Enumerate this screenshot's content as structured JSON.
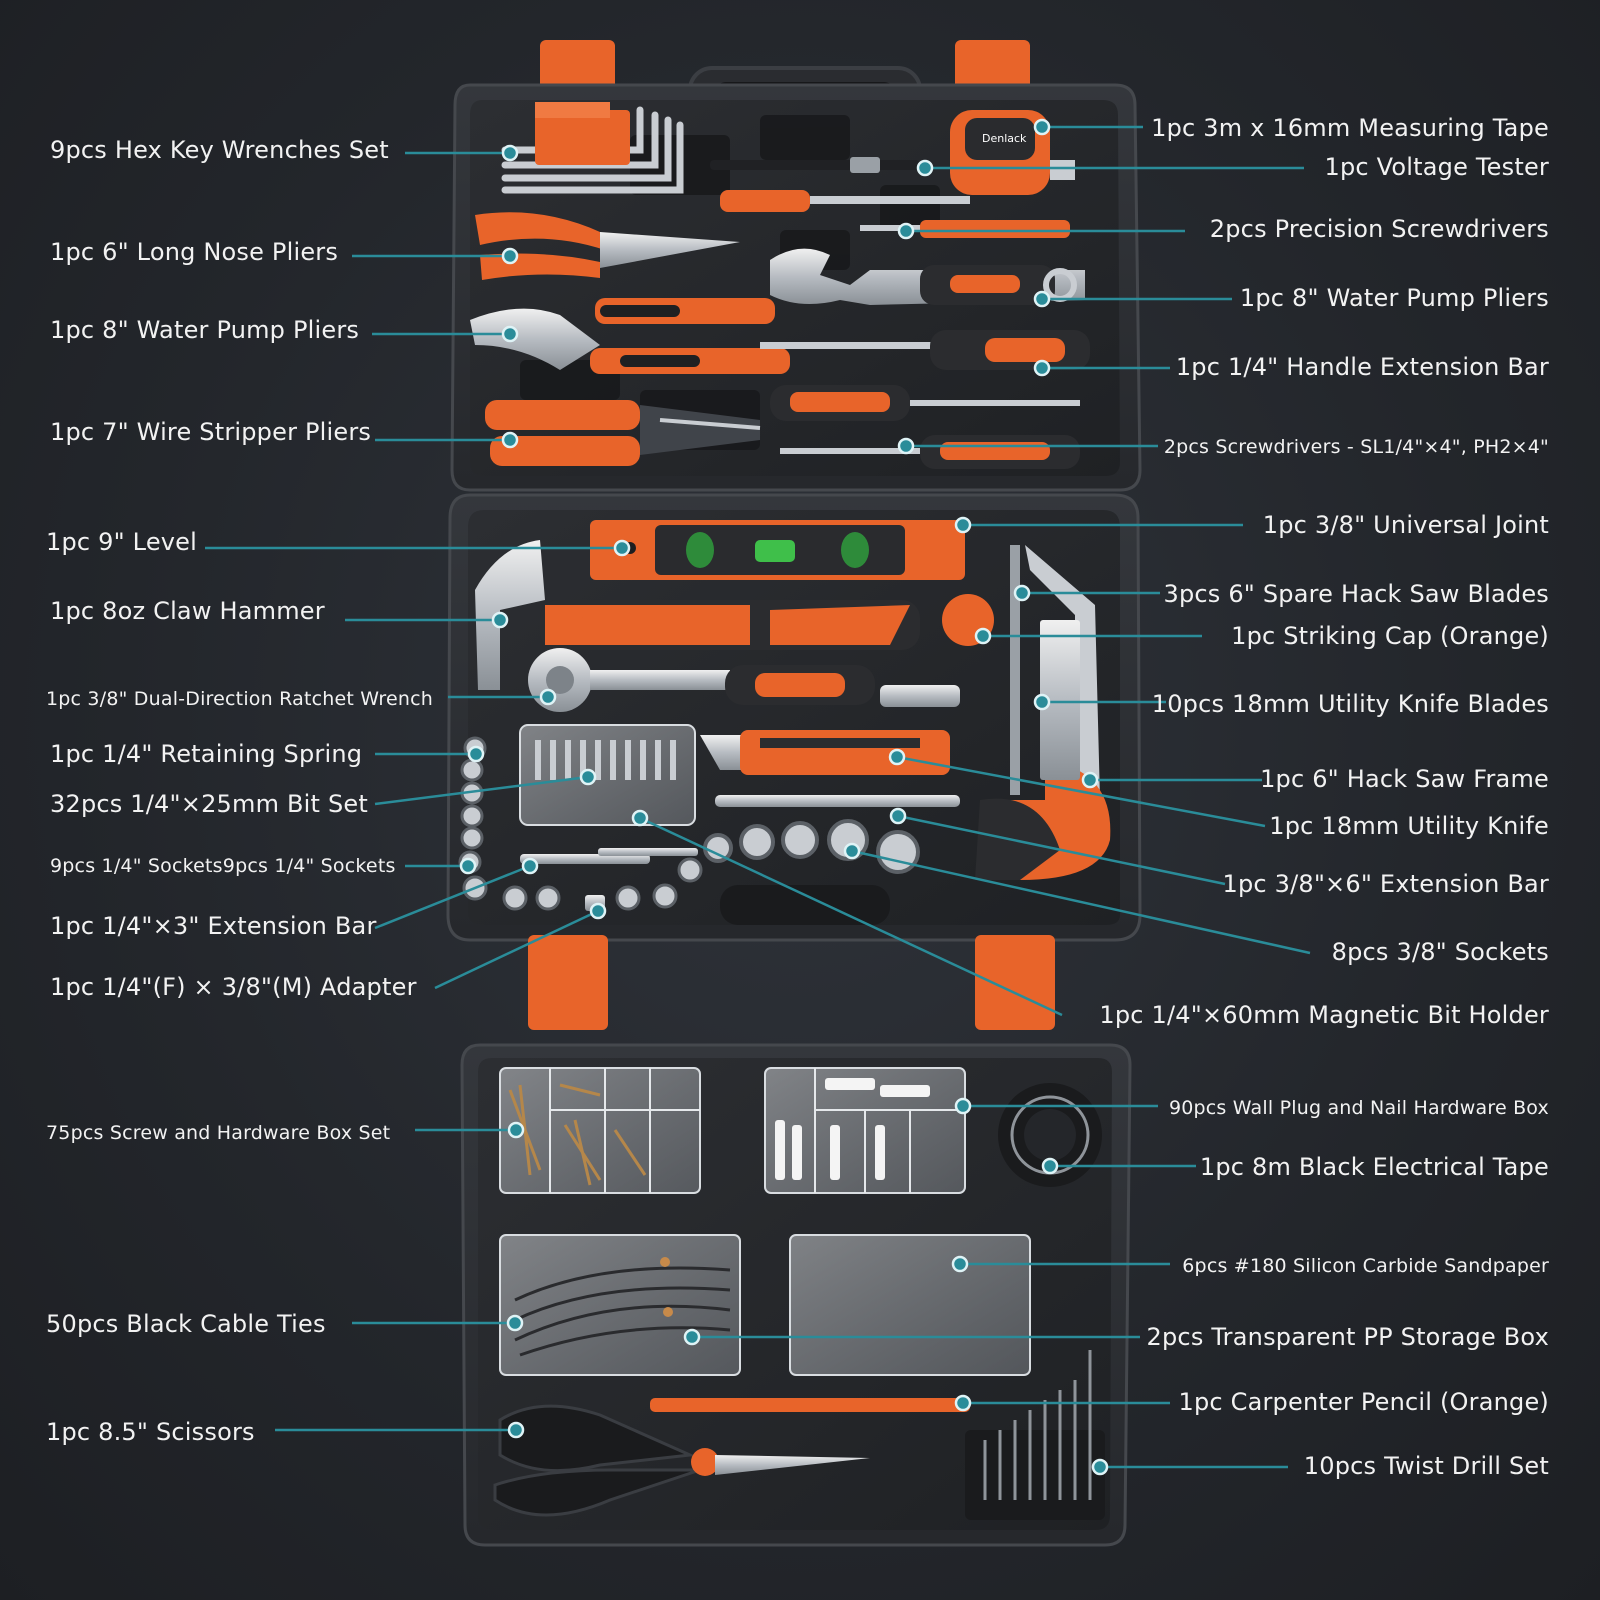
{
  "colors": {
    "background": "#25282d",
    "case": "#2b2d31",
    "case_edge": "#3a3d42",
    "accent_orange": "#e8642a",
    "leader_teal": "#2a8c99",
    "label_text": "#f2f2f2"
  },
  "labels_left": [
    {
      "text": "9pcs Hex Key Wrenches Set"
    },
    {
      "text": "1pc 6\" Long Nose Pliers"
    },
    {
      "text": "1pc 8\" Water Pump Pliers"
    },
    {
      "text": "1pc 7\" Wire Stripper Pliers"
    },
    {
      "text": "1pc 9\" Level"
    },
    {
      "text": "1pc 8oz Claw Hammer"
    },
    {
      "text": "1pc 3/8\" Dual-Direction Ratchet Wrench"
    },
    {
      "text": "1pc 1/4\" Retaining Spring"
    },
    {
      "text": "32pcs 1/4\"×25mm Bit Set"
    },
    {
      "text": "9pcs 1/4\" Sockets9pcs 1/4\" Sockets"
    },
    {
      "text": "1pc 1/4\"×3\" Extension Bar"
    },
    {
      "text": "1pc 1/4\"(F) × 3/8\"(M) Adapter"
    },
    {
      "text": "75pcs Screw and Hardware Box Set"
    },
    {
      "text": "50pcs Black Cable Ties"
    },
    {
      "text": "1pc 8.5\" Scissors"
    }
  ],
  "labels_right": [
    {
      "text": "1pc 3m x 16mm Measuring Tape"
    },
    {
      "text": "1pc Voltage Tester"
    },
    {
      "text": "2pcs Precision Screwdrivers"
    },
    {
      "text": "1pc 8\" Water Pump Pliers"
    },
    {
      "text": "1pc 1/4\" Handle Extension Bar"
    },
    {
      "text": "2pcs Screwdrivers - SL1/4\"×4\", PH2×4\""
    },
    {
      "text": "1pc 3/8\" Universal Joint"
    },
    {
      "text": "3pcs 6\" Spare Hack Saw Blades"
    },
    {
      "text": "1pc Striking Cap (Orange)"
    },
    {
      "text": "10pcs 18mm Utility Knife Blades"
    },
    {
      "text": "1pc 6\" Hack Saw Frame"
    },
    {
      "text": "1pc 18mm Utility Knife"
    },
    {
      "text": "1pc 3/8\"×6\" Extension Bar"
    },
    {
      "text": "8pcs 3/8\" Sockets"
    },
    {
      "text": "1pc 1/4\"×60mm Magnetic Bit Holder"
    },
    {
      "text": "90pcs Wall Plug and Nail Hardware Box"
    },
    {
      "text": "1pc 8m Black Electrical Tape"
    },
    {
      "text": "6pcs #180 Silicon Carbide Sandpaper"
    },
    {
      "text": "2pcs Transparent PP Storage Box"
    },
    {
      "text": "1pc Carpenter Pencil (Orange)"
    },
    {
      "text": "10pcs Twist Drill Set"
    }
  ]
}
